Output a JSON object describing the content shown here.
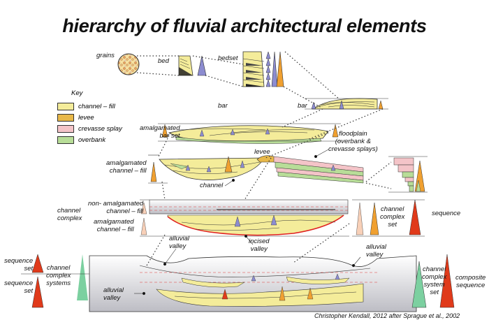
{
  "title": "hierarchy of fluvial architectural elements",
  "credit": "Christopher Kendall, 2012 after Sprague et al., 2002",
  "key": {
    "title": "Key",
    "items": [
      {
        "label": "channel – fill",
        "color": "#f4ec9a"
      },
      {
        "label": "levee",
        "color": "#e8b84a"
      },
      {
        "label": "crevasse splay",
        "color": "#f4c4c8"
      },
      {
        "label": "overbank",
        "color": "#b8dd98"
      }
    ]
  },
  "labels": {
    "grains": "grains",
    "bed": "bed",
    "bedset": "bedset",
    "bar_mid": "bar",
    "bar_right": "bar",
    "amalgamated_bar_set": [
      "amalgamated",
      "bar set"
    ],
    "levee": "levee",
    "floodplain": [
      "floodplain",
      "(overbank &",
      "crevasse splays)"
    ],
    "amalgamated_channel_fill": [
      "amalgamated",
      "channel – fill"
    ],
    "channel": "channel",
    "channel_complex": [
      "channel",
      "complex"
    ],
    "non_amalgamated_channel_fill": [
      "non- amalgamated",
      "channel – fill"
    ],
    "amalgamated_channel_fill_2": [
      "amalgamated",
      "channel – fill"
    ],
    "channel_complex_set": [
      "channel",
      "complex",
      "set"
    ],
    "sequence": "sequence",
    "incised_valley": [
      "incised",
      "valley"
    ],
    "alluvial_valley_top": [
      "alluvial",
      "valley"
    ],
    "alluvial_valley_right": [
      "alluvial",
      "valley"
    ],
    "alluvial_valley_bottom": [
      "alluvial",
      "valley"
    ],
    "sequence_set_1": [
      "sequence",
      "set"
    ],
    "sequence_set_2": [
      "sequence",
      "set"
    ],
    "channel_complex_systems": [
      "channel",
      "complex",
      "systems"
    ],
    "channel_complex_system_set": [
      "channel",
      "complex",
      "system",
      "set"
    ],
    "composite_sequence": [
      "composite",
      "sequence"
    ]
  },
  "colors": {
    "channel_fill": "#f4ec9a",
    "levee": "#e8b84a",
    "crevasse": "#f4c4c8",
    "overbank": "#b8dd98",
    "blue_tri": "#8c8cd0",
    "orange_tri": "#f0a030",
    "red_tri": "#e03a1a",
    "green_tri": "#7cd0a0",
    "peach_tri": "#f8d0b8",
    "incised_line": "#e02020"
  }
}
